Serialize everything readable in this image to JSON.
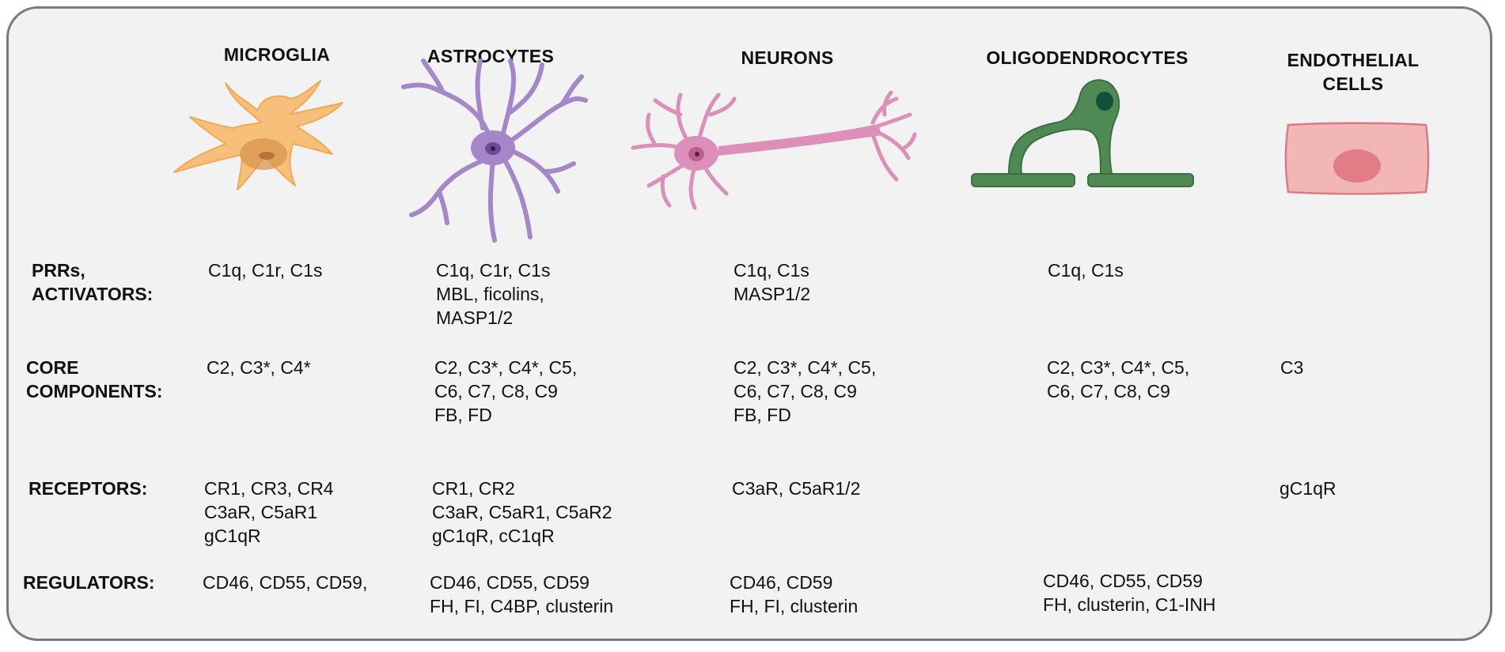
{
  "columns": [
    {
      "key": "microglia",
      "title_lines": [
        "MICROGLIA"
      ]
    },
    {
      "key": "astrocytes",
      "title_lines": [
        "ASTROCYTES"
      ]
    },
    {
      "key": "neurons",
      "title_lines": [
        "NEURONS"
      ]
    },
    {
      "key": "oligodendrocytes",
      "title_lines": [
        "OLIGODENDROCYTES"
      ]
    },
    {
      "key": "endothelial",
      "title_lines": [
        "ENDOTHELIAL",
        "CELLS"
      ]
    }
  ],
  "rows": [
    {
      "label_lines": [
        "PRRs,",
        "ACTIVATORS:"
      ],
      "cells": [
        [
          "C1q, C1r, C1s"
        ],
        [
          "C1q, C1r, C1s",
          "MBL, ficolins,",
          "MASP1/2"
        ],
        [
          "C1q, C1s",
          "MASP1/2"
        ],
        [
          "C1q, C1s"
        ],
        []
      ]
    },
    {
      "label_lines": [
        "CORE",
        "COMPONENTS:"
      ],
      "cells": [
        [
          "C2, C3*, C4*"
        ],
        [
          "C2, C3*, C4*, C5,",
          "C6, C7, C8, C9",
          "FB, FD"
        ],
        [
          "C2, C3*, C4*, C5,",
          "C6, C7, C8, C9",
          "FB, FD"
        ],
        [
          "C2, C3*, C4*, C5,",
          "C6, C7, C8, C9"
        ],
        [
          "C3"
        ]
      ]
    },
    {
      "label_lines": [
        "RECEPTORS:"
      ],
      "cells": [
        [
          "CR1, CR3, CR4",
          "C3aR, C5aR1",
          "gC1qR"
        ],
        [
          "CR1, CR2",
          "C3aR, C5aR1, C5aR2",
          "gC1qR, cC1qR"
        ],
        [
          "C3aR, C5aR1/2"
        ],
        [],
        [
          "gC1qR"
        ]
      ]
    },
    {
      "label_lines": [
        "REGULATORS:"
      ],
      "cells": [
        [
          "CD46, CD55, CD59,"
        ],
        [
          "CD46, CD55, CD59",
          "FH, FI, C4BP, clusterin"
        ],
        [
          "CD46, CD59",
          "FH, FI, clusterin"
        ],
        [
          "CD46, CD55, CD59",
          "FH, clusterin, C1-INH"
        ],
        []
      ]
    }
  ],
  "colors": {
    "microglia": "#f7bf79",
    "astrocytes": "#a486c9",
    "neurons": "#dc8fb8",
    "oligodendrocytes": "#4f8a55",
    "endothelial": "#f2b6b6",
    "frame": "#7a7a7a",
    "background": "#f2f2f2"
  },
  "icons": [
    "microglia-cell-icon",
    "astrocyte-cell-icon",
    "neuron-cell-icon",
    "oligodendrocyte-cell-icon",
    "endothelial-cell-icon"
  ]
}
